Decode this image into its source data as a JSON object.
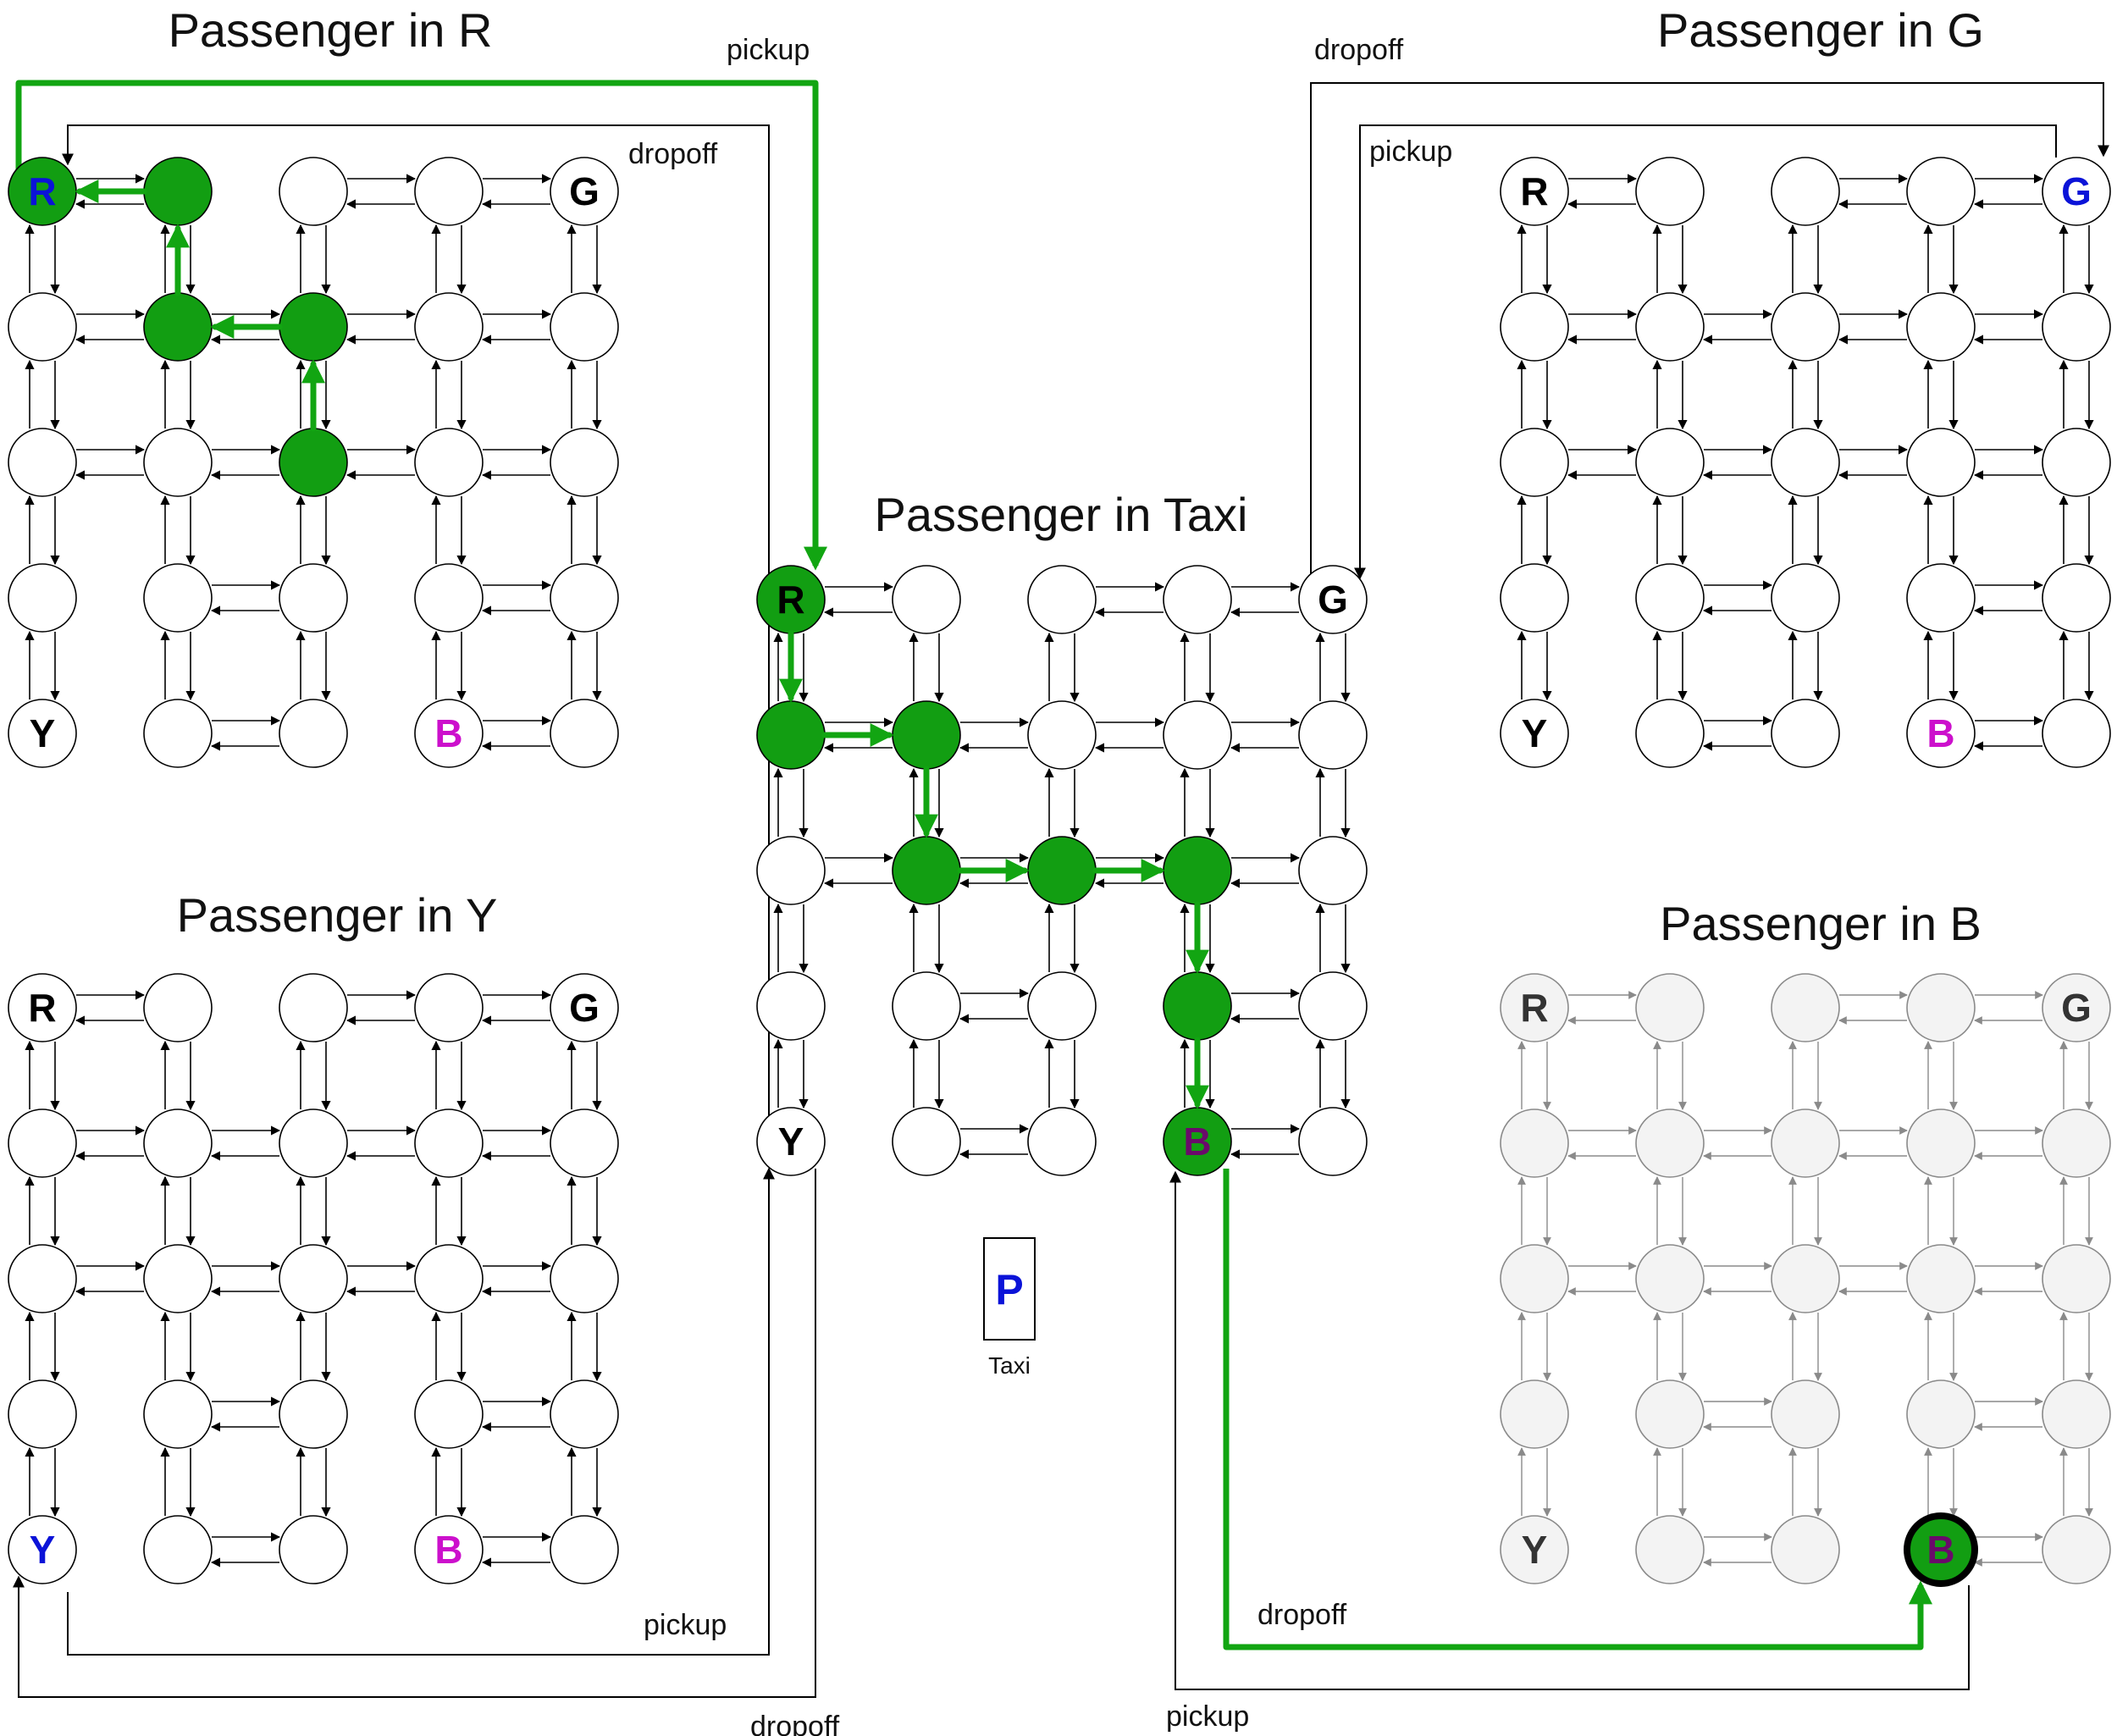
{
  "colors": {
    "green": "#12a512",
    "green_fill": "#129e12",
    "edge": "#000000",
    "edge_faded": "#8a8a8a",
    "node_fill": "#ffffff",
    "node_faded_fill": "#f3f3f3",
    "letter_default": "#000000",
    "letter_target": "#0b13d8",
    "letter_B": "#cc10cc",
    "letter_on_green": "#6a0a6a"
  },
  "panels": [
    {
      "id": "R",
      "title": "Passenger in R",
      "faded": false,
      "special": {
        "R": "target"
      },
      "path": [
        "2,2",
        "2,1",
        "1,1",
        "1,0",
        "0,0"
      ]
    },
    {
      "id": "G",
      "title": "Passenger in G",
      "faded": false,
      "special": {
        "G": "target"
      },
      "path": []
    },
    {
      "id": "Taxi",
      "title": "Passenger in Taxi",
      "faded": false,
      "special": {
        "R": "green"
      },
      "path": [
        "0,0",
        "0,1",
        "1,1",
        "1,2",
        "2,2",
        "3,2",
        "3,3",
        "3,4"
      ]
    },
    {
      "id": "Y",
      "title": "Passenger in Y",
      "faded": false,
      "special": {
        "Y": "target"
      },
      "path": []
    },
    {
      "id": "B",
      "title": "Passenger in B",
      "faded": true,
      "special": {
        "B": "highlight"
      },
      "path": []
    }
  ],
  "connectors": {
    "r_pickup": "pickup",
    "r_dropoff": "dropoff",
    "g_dropoff": "dropoff",
    "g_pickup": "pickup",
    "y_pickup": "pickup",
    "y_dropoff": "dropoff",
    "b_dropoff": "dropoff",
    "b_pickup": "pickup"
  },
  "taxi": {
    "letter": "P",
    "caption": "Taxi"
  }
}
